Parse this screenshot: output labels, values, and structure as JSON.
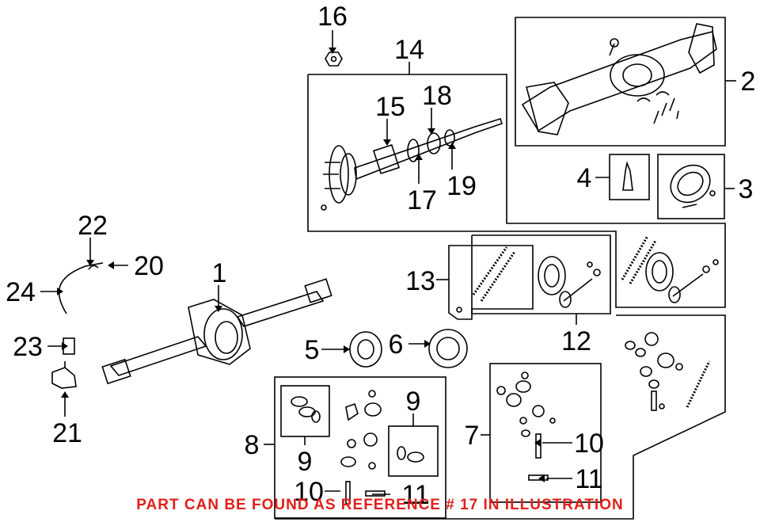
{
  "diagram": {
    "callouts": {
      "c1": "1",
      "c2": "2",
      "c3": "3",
      "c4": "4",
      "c5": "5",
      "c6": "6",
      "c7": "7",
      "c8": "8",
      "c9a": "9",
      "c9b": "9",
      "c10a": "10",
      "c10b": "10",
      "c11a": "11",
      "c11b": "11",
      "c12": "12",
      "c13": "13",
      "c14": "14",
      "c15": "15",
      "c16": "16",
      "c17": "17",
      "c18": "18",
      "c19": "19",
      "c20": "20",
      "c21": "21",
      "c22": "22",
      "c23": "23",
      "c24": "24"
    },
    "notice": "PART CAN BE FOUND AS REFERENCE # 17 IN ILLUSTRATION",
    "notice_color": "#e0201b",
    "line_color": "#000000"
  }
}
